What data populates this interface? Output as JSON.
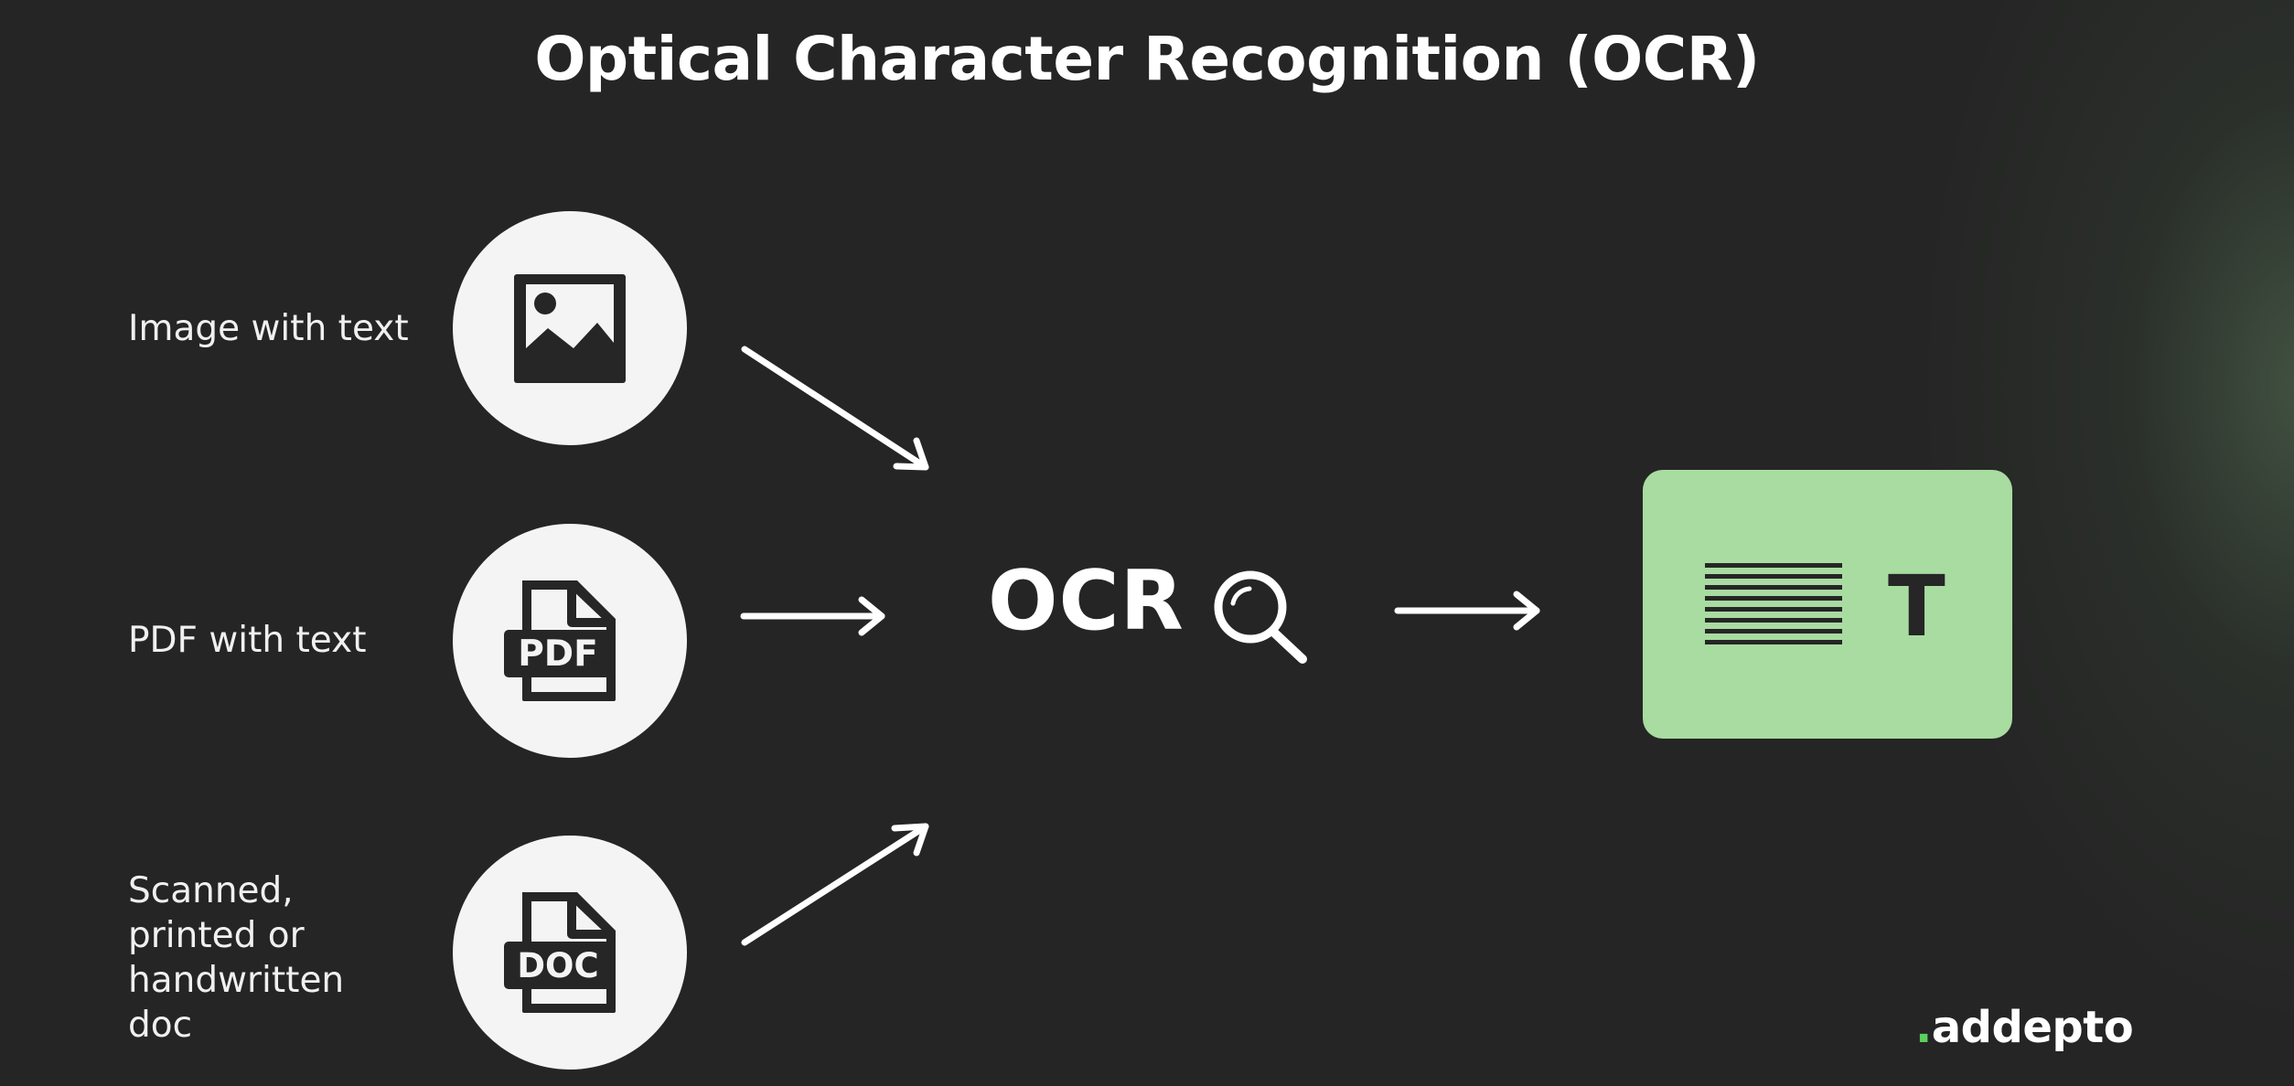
{
  "diagram": {
    "title": "Optical Character Recognition (OCR)",
    "inputs": [
      {
        "label": "Image with text",
        "icon": "image-icon"
      },
      {
        "label": "PDF with text",
        "icon": "pdf-file-icon",
        "badge": "PDF"
      },
      {
        "label_lines": [
          "Scanned,",
          "printed or",
          "handwritten",
          "doc"
        ],
        "icon": "doc-file-icon",
        "badge": "DOC"
      }
    ],
    "process": {
      "label": "OCR",
      "icon": "magnifier-icon"
    },
    "output": {
      "icon": "text-lines-icon",
      "letter": "T",
      "color": "#a8dca0"
    },
    "brand": {
      "dot": ".",
      "name": "addepto"
    }
  }
}
